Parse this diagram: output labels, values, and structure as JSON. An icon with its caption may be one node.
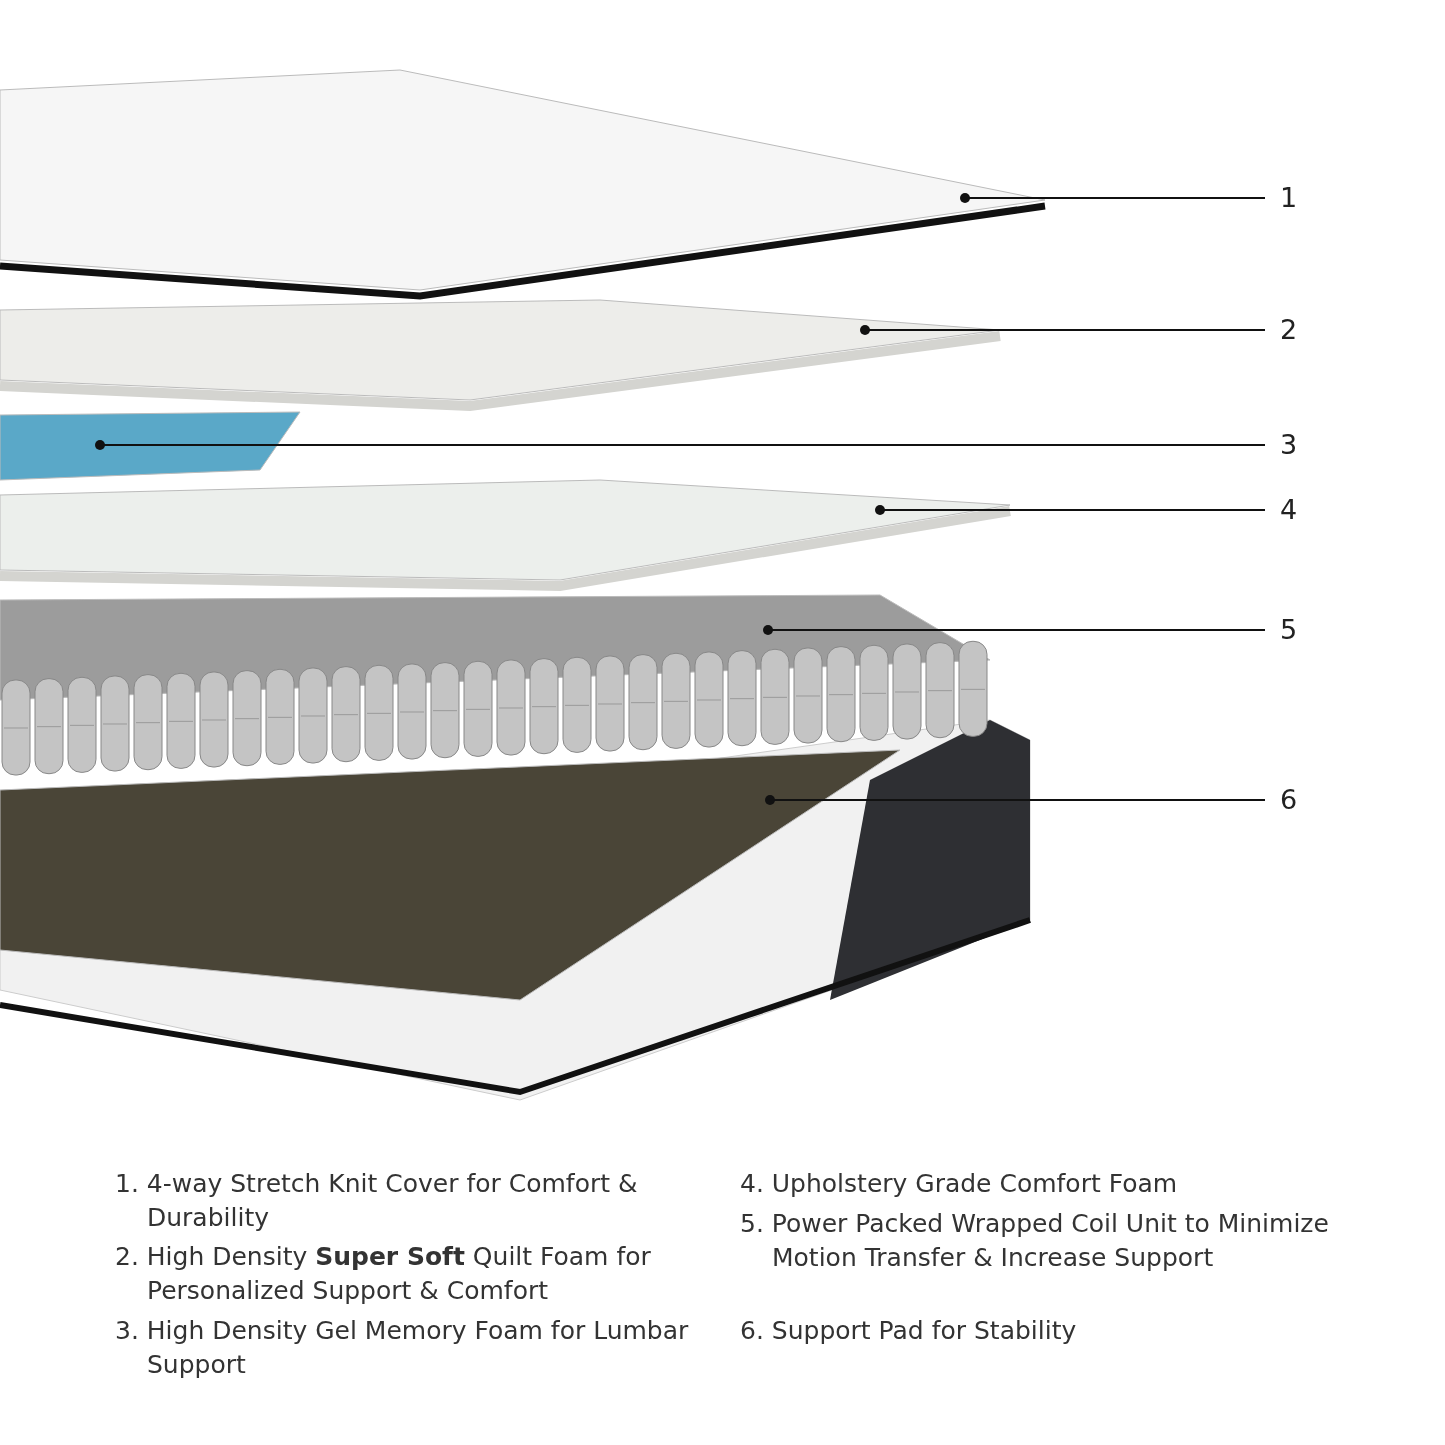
{
  "diagram": {
    "nodes": [
      {
        "text": [
          "1"
        ]
      },
      {
        "text": [
          "2"
        ]
      },
      {
        "text": [
          "3"
        ]
      },
      {
        "text": [
          "4"
        ]
      },
      {
        "text": [
          "5"
        ]
      },
      {
        "text": [
          "6"
        ]
      },
      {
        "text": [],
        "shape": "picture"
      },
      {
        "text": [],
        "shape": "picture"
      },
      {
        "text": [],
        "shape": "picture"
      },
      {
        "text": [],
        "shape": "picture"
      },
      {
        "text": [],
        "shape": "picture"
      },
      {
        "text": [],
        "shape": "picture"
      }
    ],
    "edges": [
      {
        "from": 0,
        "to": 6,
        "arrow": "other"
      },
      {
        "from": 1,
        "to": 7,
        "arrow": "other"
      },
      {
        "from": 2,
        "to": 8,
        "arrow": "other"
      },
      {
        "from": 3,
        "to": 9,
        "arrow": "other"
      },
      {
        "from": 4,
        "to": 10,
        "arrow": "other"
      },
      {
        "from": 5,
        "to": 11,
        "arrow": "other"
      }
    ],
    "labels": [
      "1. 4-way Stretch Knit Cover for Comfort & Durability",
      "2. High Density **Super Soft** Quilt Foam for Personalized Support & Comfort",
      "3. High Density Gel Memory Foam for Lumbar Support",
      "4. Upholstery Grade Comfort Foam",
      "5. Power Packed Wrapped Coil Unit to Minimize Motion Transfer & Increase Support",
      "6. Support Pad for Stability"
    ]
  }
}
